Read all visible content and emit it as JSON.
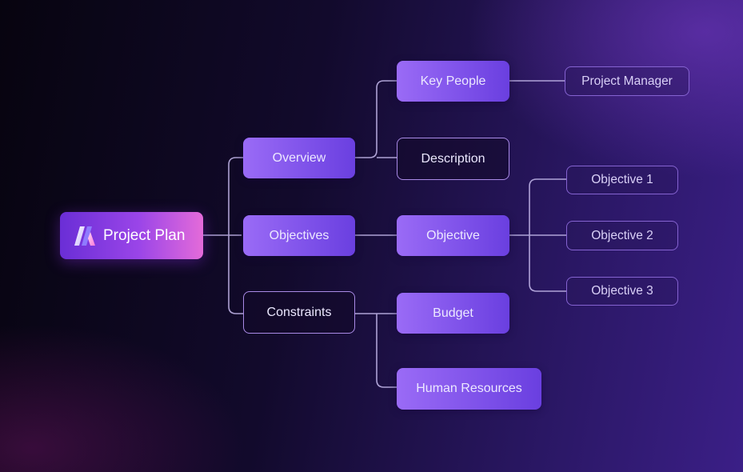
{
  "diagram": {
    "root": {
      "label": "Project Plan",
      "logo_icon": "slanted-bars-logo-icon"
    },
    "level1": [
      {
        "key": "overview",
        "label": "Overview"
      },
      {
        "key": "objectives",
        "label": "Objectives"
      },
      {
        "key": "constraints",
        "label": "Constraints"
      }
    ],
    "level2": [
      {
        "key": "key_people",
        "label": "Key People"
      },
      {
        "key": "description",
        "label": "Description"
      },
      {
        "key": "objective",
        "label": "Objective"
      },
      {
        "key": "budget",
        "label": "Budget"
      },
      {
        "key": "human_resources",
        "label": "Human Resources"
      }
    ],
    "level3": [
      {
        "key": "project_manager",
        "label": "Project Manager"
      },
      {
        "key": "objective_1",
        "label": "Objective 1"
      },
      {
        "key": "objective_2",
        "label": "Objective 2"
      },
      {
        "key": "objective_3",
        "label": "Objective 3"
      }
    ],
    "colors": {
      "accent": "#7c4dee",
      "root_gradient_start": "#6a2ed6",
      "root_gradient_end": "#e46bd9",
      "connector": "#bfb3e6"
    }
  }
}
